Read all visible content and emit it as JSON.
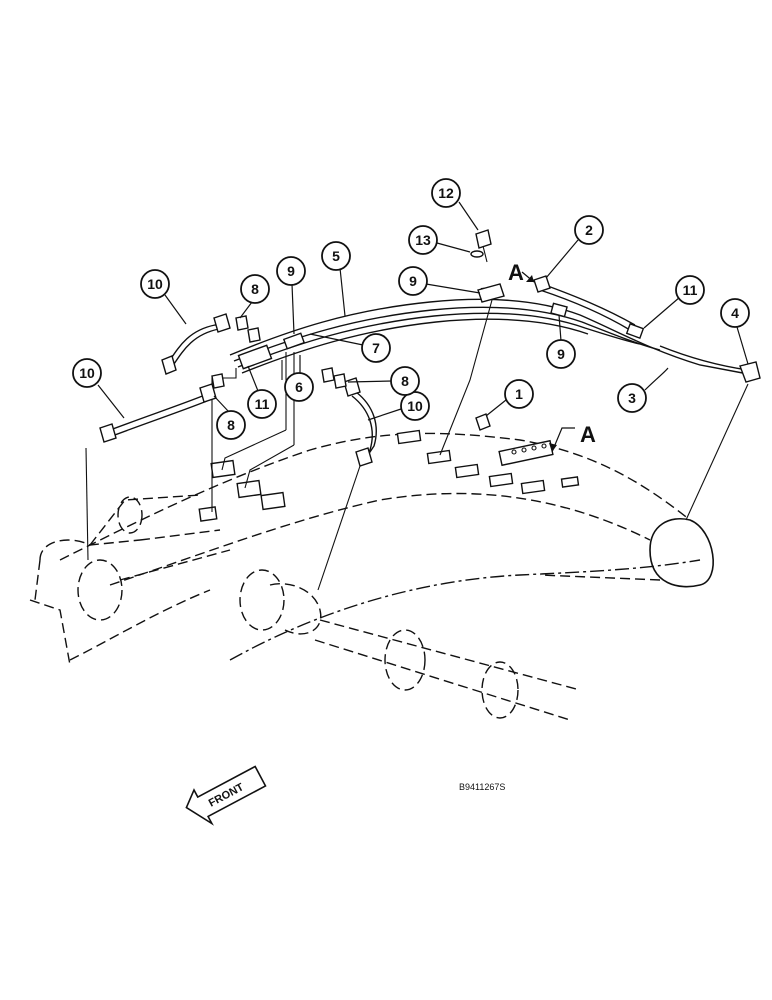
{
  "callouts": [
    {
      "id": "c12",
      "label": "12"
    },
    {
      "id": "c13",
      "label": "13"
    },
    {
      "id": "c2",
      "label": "2"
    },
    {
      "id": "c5",
      "label": "5"
    },
    {
      "id": "c9a",
      "label": "9"
    },
    {
      "id": "c9b",
      "label": "9"
    },
    {
      "id": "c9c",
      "label": "9"
    },
    {
      "id": "c10a",
      "label": "10"
    },
    {
      "id": "c10b",
      "label": "10"
    },
    {
      "id": "c10c",
      "label": "10"
    },
    {
      "id": "c8a",
      "label": "8"
    },
    {
      "id": "c8b",
      "label": "8"
    },
    {
      "id": "c8c",
      "label": "8"
    },
    {
      "id": "c11a",
      "label": "11"
    },
    {
      "id": "c11b",
      "label": "11"
    },
    {
      "id": "c4",
      "label": "4"
    },
    {
      "id": "c7",
      "label": "7"
    },
    {
      "id": "c6",
      "label": "6"
    },
    {
      "id": "c3",
      "label": "3"
    },
    {
      "id": "c1",
      "label": "1"
    }
  ],
  "view_marker_top": "A",
  "view_marker_bottom": "A",
  "front_label": "FRONT",
  "reference_number": "B9411267S"
}
